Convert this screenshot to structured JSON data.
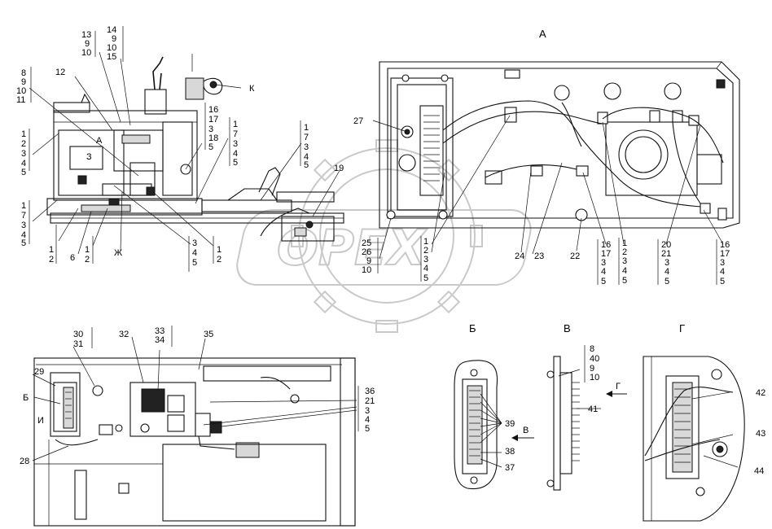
{
  "views": {
    "A": "А",
    "B": "Б",
    "V": "В",
    "G": "Г",
    "K": "К",
    "Zh": "Ж",
    "I": "И",
    "A_arrow": "А",
    "Z_arrow": "З",
    "B_arrow": "Б",
    "V_arrow": "В",
    "G_arrow": "Г"
  },
  "watermark": {
    "text": "OPEX"
  },
  "callouts": {
    "c12": "12",
    "c6": "6",
    "c19": "19",
    "c27": "27",
    "c24": "24",
    "c23": "23",
    "c22": "22",
    "c29": "29",
    "c32": "32",
    "c35": "35",
    "c28": "28",
    "c39": "39",
    "c38": "38",
    "c37": "37",
    "c41": "41",
    "c42": "42",
    "c43": "43",
    "c44": "44"
  },
  "stacks": {
    "s_13_9_10": [
      "13",
      "9",
      "10"
    ],
    "s_14_9_10_15": [
      "14",
      "9",
      "10",
      "15"
    ],
    "s_8_9_10_11": [
      "8",
      "9",
      "10",
      "11"
    ],
    "s_1_2_3_4_5_left": [
      "1",
      "2",
      "3",
      "4",
      "5"
    ],
    "s_1_7_3_4_5_left": [
      "1",
      "7",
      "3",
      "4",
      "5"
    ],
    "s_16_17_3_18_5": [
      "16",
      "17",
      "3",
      "18",
      "5"
    ],
    "s_1_7_3_4_5_mid": [
      "1",
      "7",
      "3",
      "4",
      "5"
    ],
    "s_1_7_3_4_5_right": [
      "1",
      "7",
      "3",
      "4",
      "5"
    ],
    "s_1_2_a": [
      "1",
      "2"
    ],
    "s_1_2_b": [
      "1",
      "2"
    ],
    "s_3_4_5": [
      "3",
      "4",
      "5"
    ],
    "s_1_2_c": [
      "1",
      "2"
    ],
    "s_25_26_9_10": [
      "25",
      "26",
      "9",
      "10"
    ],
    "s_1_2_3_4_5_A": [
      "1",
      "2",
      "3",
      "4",
      "5"
    ],
    "s_16_17_3_4_5_a": [
      "16",
      "17",
      "3",
      "4",
      "5"
    ],
    "s_1_2_3_4_5_B": [
      "1",
      "2",
      "3",
      "4",
      "5"
    ],
    "s_20_21_3_4_5": [
      "20",
      "21",
      "3",
      "4",
      "5"
    ],
    "s_16_17_3_4_5_b": [
      "16",
      "17",
      "3",
      "4",
      "5"
    ],
    "s_30_31": [
      "30",
      "31"
    ],
    "s_33_34": [
      "33",
      "34"
    ],
    "s_36_21_3_4_5": [
      "36",
      "21",
      "3",
      "4",
      "5"
    ],
    "s_8_40_9_10": [
      "8",
      "40",
      "9",
      "10"
    ]
  }
}
